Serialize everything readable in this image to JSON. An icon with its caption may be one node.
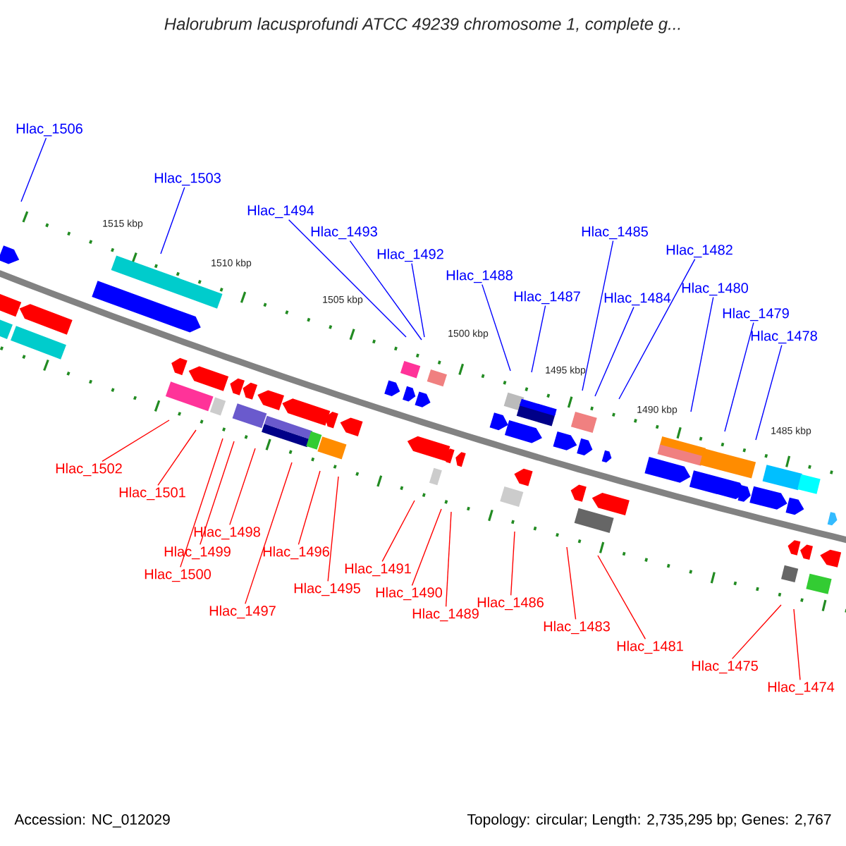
{
  "diagram": {
    "title": "Halorubrum lacusprofundi ATCC 49239 chromosome 1, complete g...",
    "nodes": [
      {
        "text": [
          "Hlac_1506"
        ]
      },
      {
        "text": [
          "Hlac_1503"
        ]
      },
      {
        "text": [
          "Hlac_1494"
        ]
      },
      {
        "text": [
          "Hlac_1493"
        ]
      },
      {
        "text": [
          "Hlac_1485"
        ]
      },
      {
        "text": [
          "Hlac_1492"
        ]
      },
      {
        "text": [
          "Hlac_1482"
        ]
      },
      {
        "text": [
          "Hlac_1488"
        ]
      },
      {
        "text": [
          "Hlac_1480"
        ]
      },
      {
        "text": [
          "Hlac_1484"
        ]
      },
      {
        "text": [
          "Hlac_1487"
        ]
      },
      {
        "text": [
          "Hlac_1479"
        ]
      },
      {
        "text": [
          "Hlac_1478"
        ]
      },
      {
        "text": [
          "Hlac_1502"
        ]
      },
      {
        "text": [
          "Hlac_1501"
        ]
      },
      {
        "text": [
          "Hlac_1498"
        ]
      },
      {
        "text": [
          "Hlac_1499"
        ]
      },
      {
        "text": [
          "Hlac_1496"
        ]
      },
      {
        "text": [
          "Hlac_1491"
        ]
      },
      {
        "text": [
          "Hlac_1500"
        ]
      },
      {
        "text": [
          "Hlac_1495"
        ]
      },
      {
        "text": [
          "Hlac_1490"
        ]
      },
      {
        "text": [
          "Hlac_1486"
        ]
      },
      {
        "text": [
          "Hlac_1497"
        ]
      },
      {
        "text": [
          "Hlac_1489"
        ]
      },
      {
        "text": [
          "Hlac_1483"
        ]
      },
      {
        "text": [
          "Hlac_1481"
        ]
      },
      {
        "text": [
          "Hlac_1475"
        ]
      },
      {
        "text": [
          "Hlac_1474"
        ]
      }
    ],
    "edges": [
      {
        "from": 0,
        "to": null,
        "arrow": "none",
        "color": "#0000ff"
      },
      {
        "from": 1,
        "to": null,
        "arrow": "none",
        "color": "#0000ff"
      },
      {
        "from": 2,
        "to": null,
        "arrow": "none",
        "color": "#0000ff"
      },
      {
        "from": 3,
        "to": null,
        "arrow": "none",
        "color": "#0000ff"
      },
      {
        "from": 4,
        "to": null,
        "arrow": "none",
        "color": "#0000ff"
      },
      {
        "from": 5,
        "to": null,
        "arrow": "none",
        "color": "#0000ff"
      },
      {
        "from": 6,
        "to": null,
        "arrow": "none",
        "color": "#0000ff"
      },
      {
        "from": 7,
        "to": null,
        "arrow": "none",
        "color": "#0000ff"
      },
      {
        "from": 8,
        "to": null,
        "arrow": "none",
        "color": "#0000ff"
      },
      {
        "from": 9,
        "to": null,
        "arrow": "none",
        "color": "#0000ff"
      },
      {
        "from": 10,
        "to": null,
        "arrow": "none",
        "color": "#0000ff"
      },
      {
        "from": 11,
        "to": null,
        "arrow": "none",
        "color": "#0000ff"
      },
      {
        "from": 12,
        "to": null,
        "arrow": "none",
        "color": "#0000ff"
      },
      {
        "from": 13,
        "to": null,
        "arrow": "none"
      },
      {
        "from": 14,
        "to": null,
        "arrow": "none"
      },
      {
        "from": 15,
        "to": null,
        "arrow": "none"
      },
      {
        "from": 16,
        "to": null,
        "arrow": "none"
      },
      {
        "from": 17,
        "to": null,
        "arrow": "none"
      },
      {
        "from": 18,
        "to": null,
        "arrow": "none"
      },
      {
        "from": 19,
        "to": null,
        "arrow": "none"
      },
      {
        "from": 20,
        "to": null,
        "arrow": "none"
      },
      {
        "from": 21,
        "to": null,
        "arrow": "none"
      },
      {
        "from": 22,
        "to": null,
        "arrow": "none"
      },
      {
        "from": 23,
        "to": null,
        "arrow": "none"
      },
      {
        "from": 24,
        "to": null,
        "arrow": "none"
      },
      {
        "from": 25,
        "to": null,
        "arrow": "none"
      },
      {
        "from": 26,
        "to": null,
        "arrow": "none"
      },
      {
        "from": 27,
        "to": null,
        "arrow": "none"
      },
      {
        "from": 28,
        "to": null,
        "arrow": "none"
      }
    ],
    "labels": [
      "1515 kbp",
      "1510 kbp",
      "1505 kbp",
      "1500 kbp",
      "1495 kbp",
      "1490 kbp",
      "1485 kbp",
      "Accession: NC_012029",
      "Topology: circular; Length: 2,735,295 bp; Genes: 2,767"
    ]
  }
}
